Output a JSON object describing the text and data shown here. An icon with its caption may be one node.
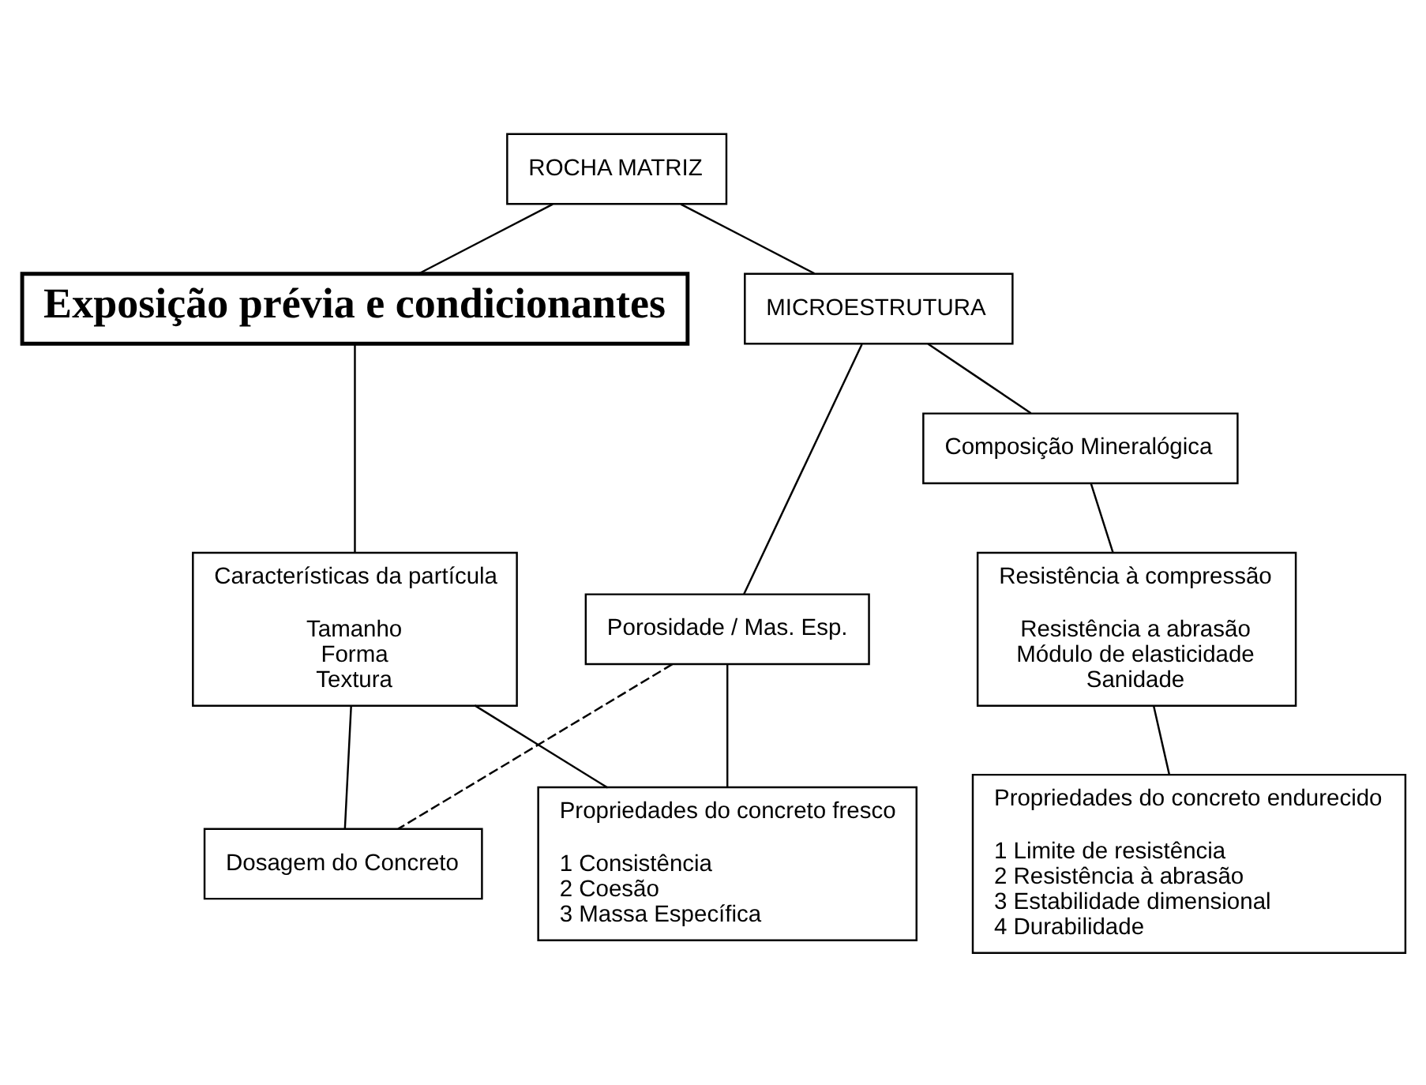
{
  "diagram": {
    "nodes": [
      {
        "text": [
          "ROCHA MATRIZ"
        ]
      },
      {
        "text": [
          "Exposição prévia e condicionantes"
        ]
      },
      {
        "text": [
          "MICROESTRUTURA"
        ]
      },
      {
        "text": [
          "Porosidade / Mas. Esp."
        ]
      },
      {
        "text": [
          "Composição Mineralógica"
        ]
      },
      {
        "text": [
          "Características da partícula",
          "Tamanho",
          "Forma",
          "Textura"
        ]
      },
      {
        "text": [
          "Resistência à compressão",
          "Resistência a abrasão",
          "Módulo de elasticidade",
          "Sanidade"
        ]
      },
      {
        "text": [
          "Dosagem do Concreto"
        ]
      },
      {
        "text": [
          "Propriedades do concreto fresco",
          "1 Consistência",
          "2 Coesão",
          "3 Massa Específica"
        ]
      },
      {
        "text": [
          "Propriedades do concreto endurecido",
          "1 Limite de resistência",
          "2 Resistência à abrasão",
          "3 Estabilidade dimensional",
          "4 Durabilidade"
        ]
      }
    ],
    "edges": [
      {
        "from": 0,
        "to": 1,
        "arrow": "none"
      },
      {
        "from": 0,
        "to": 2,
        "arrow": "none"
      },
      {
        "from": 1,
        "to": 5,
        "arrow": "none"
      },
      {
        "from": 2,
        "to": 3,
        "arrow": "none"
      },
      {
        "from": 2,
        "to": 4,
        "arrow": "none"
      },
      {
        "from": 5,
        "to": 7,
        "arrow": "none"
      },
      {
        "from": 5,
        "to": 8,
        "arrow": "none"
      },
      {
        "from": 3,
        "to": 7,
        "arrow": "none",
        "style": "dashed"
      },
      {
        "from": 3,
        "to": 8,
        "arrow": "none"
      },
      {
        "from": 4,
        "to": 6,
        "arrow": "none"
      },
      {
        "from": 6,
        "to": 9,
        "arrow": "none"
      }
    ]
  }
}
